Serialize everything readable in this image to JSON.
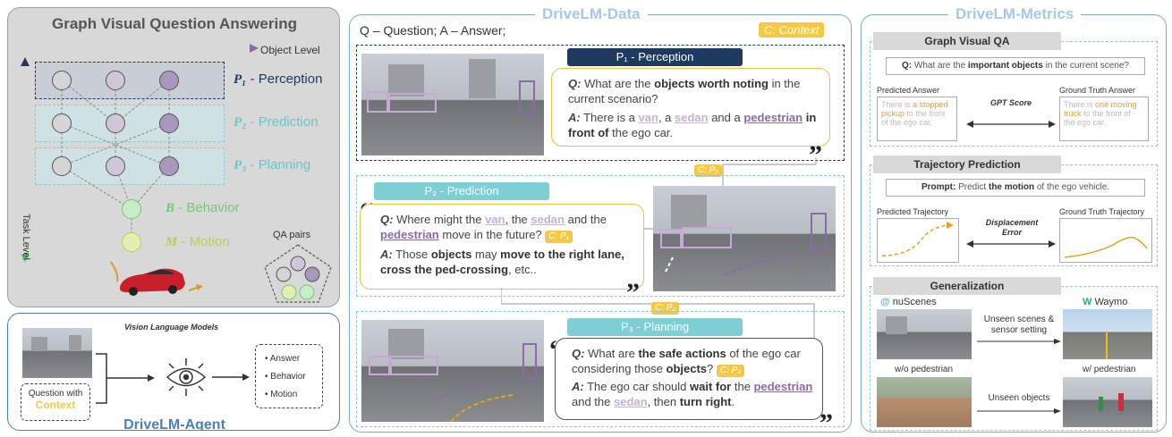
{
  "gvqa": {
    "title": "Graph Visual Question Answering",
    "object_level": "Object Level",
    "task_level": "Task Level",
    "levels": [
      {
        "sym": "P₁",
        "name": " - Perception",
        "color": "#1f3a5f"
      },
      {
        "sym": "P₂",
        "name": " - Prediction",
        "color": "#6cc4c8"
      },
      {
        "sym": "P₃",
        "name": " - Planning",
        "color": "#6cc4c8"
      },
      {
        "sym": "B",
        "name": " - Behavior",
        "color": "#7ac47a"
      },
      {
        "sym": "M",
        "name": " - Motion",
        "color": "#b8cf5a"
      }
    ],
    "qa_pairs": "QA pairs"
  },
  "agent": {
    "vlm_label": "Vision Language Models",
    "question_with": "Question with",
    "context": "Context",
    "outputs": [
      "Answer",
      "Behavior",
      "Motion"
    ],
    "title": "DriveLM-Agent"
  },
  "data": {
    "title": "DriveLM-Data",
    "legend": "Q – Question; A – Answer;",
    "context_tag": "C: Context",
    "p1": {
      "header": "P₁ - Perception",
      "q_pre": "What are the ",
      "q_bold": "objects worth noting",
      "q_post": " in the current scenario?",
      "a_pre": "There is a ",
      "a_van": "van",
      "a_mid1": ", a ",
      "a_sedan": "sedan",
      "a_mid2": " and a ",
      "a_ped": "pedestrian",
      "a_bold": " in front of",
      "a_post": " the ego car."
    },
    "c_p1": "C: P₁",
    "p2": {
      "header": "P₂ - Prediction",
      "q_pre": "Where might the ",
      "q_van": "van",
      "q_mid1": ", the ",
      "q_sedan": "sedan",
      "q_mid2": " and the ",
      "q_ped": "pedestrian",
      "q_post": " move in the future?",
      "a_pre": "Those ",
      "a_b1": "objects",
      "a_mid": " may ",
      "a_b2": "move to the right lane, cross the ped-crossing",
      "a_post": ", etc.."
    },
    "c_p2": "C: P₂",
    "p3": {
      "header": "P₃ - Planning",
      "q_pre": "What are ",
      "q_b1": "the safe actions",
      "q_mid": " of the ego car considering those ",
      "q_b2": "objects",
      "q_post": "?",
      "a_pre": "The ego car should ",
      "a_b1": "wait for",
      "a_mid1": " the ",
      "a_ped": "pedestrian",
      "a_mid2": " and the ",
      "a_sedan": "sedan",
      "a_mid3": ", then ",
      "a_b2": "turn right",
      "a_post": "."
    }
  },
  "metrics": {
    "title": "DriveLM-Metrics",
    "gvqa": {
      "header": "Graph Visual QA",
      "q_pre": "What are the ",
      "q_bold": "important objects",
      "q_post": " in the current scene?",
      "pred_label": "Predicted Answer",
      "gt_label": "Ground Truth Answer",
      "score": "GPT Score",
      "pred_pre": "There is ",
      "pred_hl": "a stopped pickup",
      "pred_post": " to the front of the ego car.",
      "gt_pre": "There is ",
      "gt_hl": "one moving truck",
      "gt_post": " to the front of the ego car."
    },
    "traj": {
      "header": "Trajectory Prediction",
      "prompt_label": "Prompt:",
      "prompt_pre": " Predict ",
      "prompt_bold": "the motion",
      "prompt_post": " of the ego vehicle.",
      "pred_label": "Predicted Trajectory",
      "gt_label": "Ground Truth Trajectory",
      "error": "Displacement Error"
    },
    "gen": {
      "header": "Generalization",
      "src": "nuScenes",
      "dst": "Waymo",
      "unseen_scenes": "Unseen scenes & sensor setting",
      "wo_ped": "w/o pedestrian",
      "w_ped": "w/ pedestrian",
      "unseen_objects": "Unseen objects"
    }
  }
}
